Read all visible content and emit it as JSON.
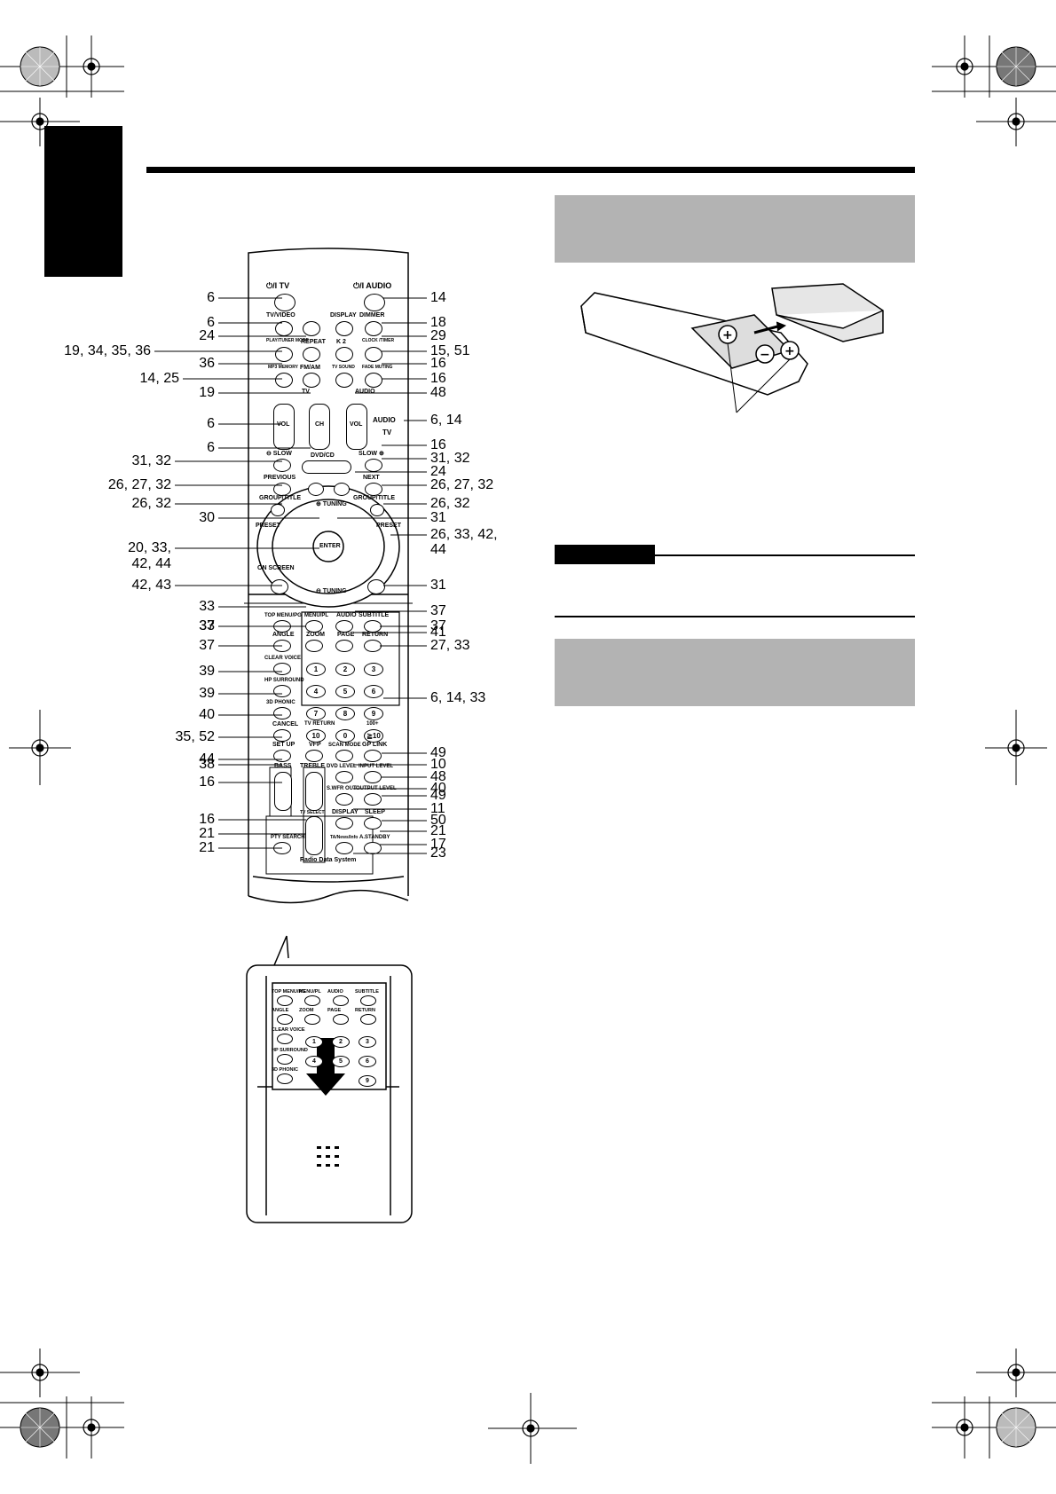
{
  "remote": {
    "buttons": {
      "power_tv": "⏻/I TV",
      "power_audio": "⏻/I AUDIO",
      "tv_video": "TV/VIDEO",
      "display": "DISPLAY",
      "dimmer": "DIMMER",
      "play_tuner_mode": "PLAY/TUNER MODE",
      "repeat": "REPEAT",
      "k2": "K 2",
      "clock_timer": "CLOCK /TIMER",
      "fm_am": "FM/AM",
      "mp3_memory": "MP3 MEMORY",
      "tv_sound": "TV SOUND",
      "fade_muting": "FADE MUTING",
      "tv_tag": "TV",
      "audio_tag": "AUDIO",
      "vol": "VOL",
      "ch": "CH",
      "audio_switch": "AUDIO",
      "tv_switch": "TV",
      "slow_left": "⊖ SLOW",
      "slow_right": "SLOW ⊕",
      "dvd_cd": "DVD/CD",
      "previous": "PREVIOUS",
      "next": "NEXT",
      "group_title_l": "GROUP/TITLE",
      "group_title_r": "GROUP/TITLE",
      "tuning_up": "⊕ TUNING",
      "tuning_down": "⊖ TUNING",
      "preset_l": "PRESET",
      "preset_r": "PRESET",
      "enter": "ENTER",
      "on_screen": "ON SCREEN",
      "top_menu": "TOP MENU/PG",
      "menu_pl": "MENU/PL",
      "audio": "AUDIO",
      "subtitle": "SUBTITLE",
      "angle": "ANGLE",
      "zoom": "ZOOM",
      "page": "PAGE",
      "return": "RETURN",
      "clear_voice": "CLEAR VOICE",
      "hp_surround": "HP SURROUND",
      "3d_phonic": "3D PHONIC",
      "cancel": "CANCEL",
      "tv_return": "TV RETURN",
      "100plus": "100+",
      "digits": [
        "1",
        "2",
        "3",
        "4",
        "5",
        "6",
        "7",
        "8",
        "9",
        "10",
        "0",
        "≧10"
      ],
      "set_up": "SET UP",
      "vfp": "VFP",
      "scan_mode": "SCAN MODE",
      "gp_link": "GP LINK",
      "bass": "BASS",
      "treble": "TREBLE",
      "dvd_level": "DVD LEVEL",
      "input_level": "INPUT LEVEL",
      "s_wfr_out": "S.WFR OUT",
      "output_level": "OUTPUT LEVEL",
      "rds_display": "DISPLAY",
      "sleep": "SLEEP",
      "tv_select": "TV SELECT",
      "pty_search": "PTY SEARCH",
      "ta_news_info": "TA/News/Info",
      "a_standby": "A.STANDBY",
      "radio_data_system": "Radio Data System"
    },
    "callouts_left": [
      "6",
      "6",
      "24",
      "19, 34, 35, 36",
      "36",
      "14, 25",
      "19",
      "6",
      "6",
      "31, 32",
      "26, 27, 32",
      "26, 32",
      "30",
      "20, 33,",
      "42, 44",
      "42, 43",
      "33",
      "33",
      "37",
      "37",
      "39",
      "39",
      "40",
      "35, 52",
      "44",
      "38",
      "16",
      "16",
      "21",
      "21"
    ],
    "callouts_right": [
      "14",
      "18",
      "29",
      "15, 51",
      "16",
      "16",
      "48",
      "6, 14",
      "16",
      "31, 32",
      "24",
      "26, 27, 32",
      "26, 32",
      "31",
      "26, 33, 42,",
      "44",
      "31",
      "37",
      "37",
      "41",
      "27, 33",
      "6, 14, 33",
      "49",
      "10",
      "48",
      "40",
      "49",
      "11",
      "50",
      "21",
      "17",
      "23"
    ]
  },
  "inset": {
    "buttons": [
      "TOP MENU/PG",
      "MENU/PL",
      "AUDIO",
      "SUBTITLE",
      "ANGLE",
      "ZOOM",
      "PAGE",
      "RETURN",
      "CLEAR VOICE",
      "HP SURROUND",
      "3D PHONIC"
    ],
    "digits": [
      "1",
      "2",
      "3",
      "4",
      "5",
      "6",
      "9"
    ]
  }
}
